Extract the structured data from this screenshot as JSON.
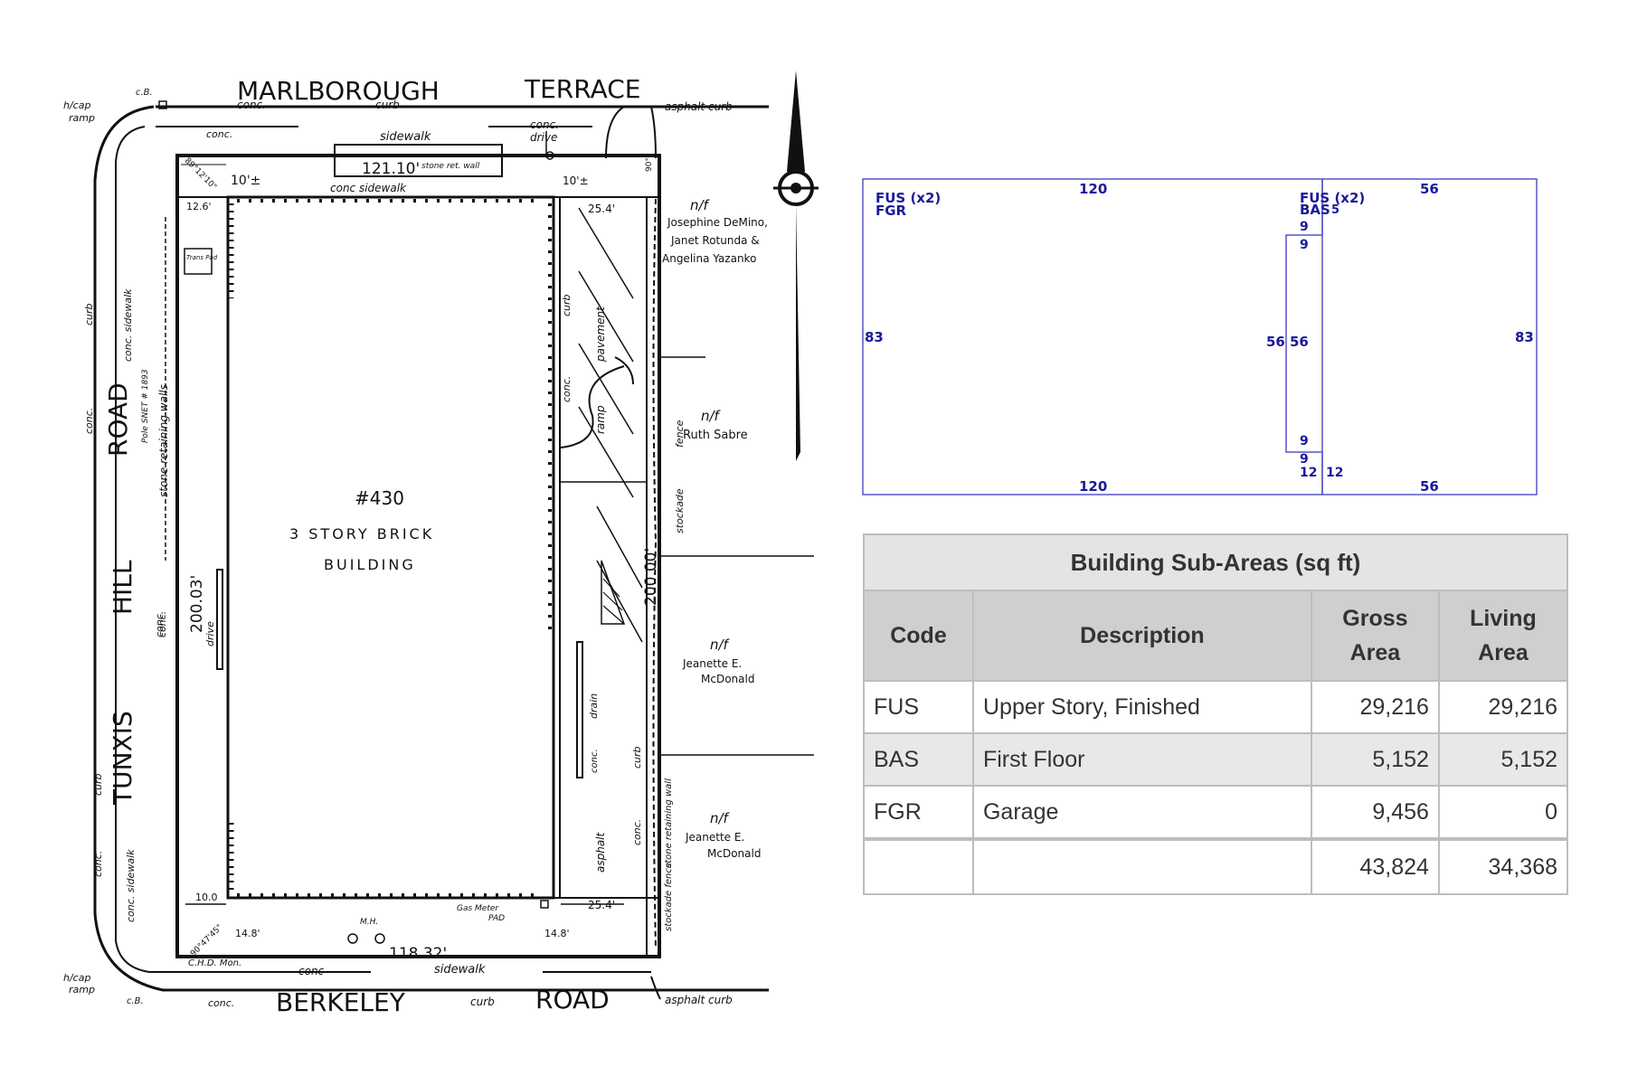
{
  "survey": {
    "streets": {
      "top_left": "MARLBOROUGH",
      "top_right": "TERRACE",
      "bottom_left": "BERKELEY",
      "bottom_right": "ROAD",
      "left_1": "TUNXIS",
      "left_2": "HILL",
      "left_3": "ROAD"
    },
    "building": {
      "number": "#430",
      "line1": "3 STORY BRICK",
      "line2": "BUILDING"
    },
    "dimensions": {
      "top": "121.10'",
      "bottom": "118.32'",
      "left": "200.03'",
      "right": "200.00'",
      "d10_top": "10'±",
      "d10_top_r": "10'±",
      "d12_6": "12.6'",
      "d25_4_top": "25.4'",
      "d25_4_bottom": "25.4'",
      "d10_0": "10.0",
      "d14_8_l": "14.8'",
      "d14_8_r": "14.8'",
      "angle_tl": "89°12'10\"",
      "angle_bl": "90°47'45\"",
      "angle_tr": "90°"
    },
    "labels": {
      "conc_top": "conc.",
      "curb_top": "curb",
      "asphalt_curb_top": "asphalt curb",
      "sidewalk_top": "sidewalk",
      "conc_top2": "conc.",
      "conc_drive": "conc.",
      "drive_word": "drive",
      "stone_ret_wall": "stone ret. wall",
      "conc_sidewalk_inner": "conc   sidewalk",
      "cb_top": "c.B.",
      "hcap_top": "h/cap",
      "ramp_top": "ramp",
      "curb_left": "curb",
      "conc_left": "conc.",
      "sidewalk_left": "conc. sidewalk",
      "pole": "Pole SNET # 1893",
      "stone_walls": "stone retaining walls",
      "trans_pad": "Trans Pad",
      "conc_drive_left": "conc.",
      "drive_left": "drive",
      "curb_right": "curb",
      "pavement": "pavement",
      "conc_r": "conc.",
      "ramp_r": "ramp",
      "fence": "fence",
      "stockade": "stockade",
      "drain": "drain",
      "conc_drain": "conc.",
      "curb_r2": "curb",
      "retaining_wall": "stone retaining wall",
      "asphalt": "asphalt",
      "conc_r2": "conc.",
      "stockade_fence": "stockade fence",
      "gas_meter": "Gas Meter",
      "pad": "PAD",
      "mh": "M.H.",
      "chd_mon": "C.H.D. Mon.",
      "conc_bottom": "conc",
      "sidewalk_bottom": "sidewalk",
      "conc_bottom2": "conc.",
      "curb_bottom": "curb",
      "asphalt_curb_bottom": "asphalt curb",
      "hcap_bottom": "h/cap",
      "ramp_bottom": "ramp",
      "cb_bottom": "c.B.",
      "conc_lower_left": "conc.",
      "sidewalk_lower_left": "conc. sidewalk",
      "curb_lower_left": "curb",
      "conc_mid_left": "conc."
    },
    "neighbors": [
      {
        "nf": "n/f",
        "name1": "Josephine DeMino,",
        "name2": "Janet Rotunda &",
        "name3": "Angelina Yazanko"
      },
      {
        "nf": "n/f",
        "name1": "Ruth Sabre"
      },
      {
        "nf": "n/f",
        "name1": "Jeanette E.",
        "name2": "McDonald"
      },
      {
        "nf": "n/f",
        "name1": "Jeanette E.",
        "name2": "McDonald"
      }
    ]
  },
  "sketch": {
    "codes_left": [
      "FUS (x2)",
      "FGR"
    ],
    "codes_right": [
      "FUS (x2)",
      "BAS"
    ],
    "small_5": "5",
    "dims": {
      "top_left": "120",
      "top_right": "56",
      "bottom_left": "120",
      "bottom_right": "56",
      "left": "83",
      "right": "83",
      "mid_l": "56",
      "mid_r": "56",
      "n9a": "9",
      "n9b": "9",
      "n9c": "9",
      "n9d": "9",
      "n12a": "12",
      "n12b": "12"
    },
    "colors": {
      "line": "#5555c8",
      "text": "#1a1a9a"
    }
  },
  "table": {
    "caption": "Building Sub-Areas (sq ft)",
    "headers": {
      "code": "Code",
      "description": "Description",
      "gross1": "Gross",
      "gross2": "Area",
      "living1": "Living",
      "living2": "Area"
    },
    "rows": [
      {
        "code": "FUS",
        "description": "Upper Story, Finished",
        "gross": "29,216",
        "living": "29,216"
      },
      {
        "code": "BAS",
        "description": "First Floor",
        "gross": "5,152",
        "living": "5,152"
      },
      {
        "code": "FGR",
        "description": "Garage",
        "gross": "9,456",
        "living": "0"
      }
    ],
    "total": {
      "gross": "43,824",
      "living": "34,368"
    }
  }
}
